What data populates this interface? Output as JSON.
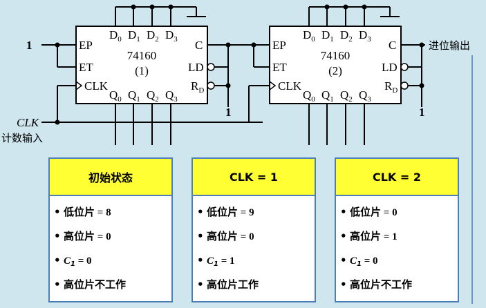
{
  "chip1": {
    "name": "74160",
    "index": "(1)",
    "pins": {
      "ep": "EP",
      "et": "ET",
      "clk": "CLK",
      "c": "C",
      "ld": "LD",
      "rd": "R",
      "rd_sub": "D",
      "d": [
        "D",
        "D",
        "D",
        "D"
      ],
      "d_sub": [
        "0",
        "1",
        "2",
        "3"
      ],
      "q": [
        "Q",
        "Q",
        "Q",
        "Q"
      ],
      "q_sub": [
        "0",
        "1",
        "2",
        "3"
      ]
    }
  },
  "chip2": {
    "name": "74160",
    "index": "(2)",
    "pins": {
      "ep": "EP",
      "et": "ET",
      "clk": "CLK",
      "c": "C",
      "ld": "LD",
      "rd": "R",
      "rd_sub": "D",
      "d": [
        "D",
        "D",
        "D",
        "D"
      ],
      "d_sub": [
        "0",
        "1",
        "2",
        "3"
      ],
      "q": [
        "Q",
        "Q",
        "Q",
        "Q"
      ],
      "q_sub": [
        "0",
        "1",
        "2",
        "3"
      ]
    }
  },
  "labels": {
    "input_one": "1",
    "clk_label": "CLK",
    "count_input": "计数输入",
    "rd1_one": "1",
    "rd2_one": "1",
    "carry_out": "进位输出"
  },
  "panels": [
    {
      "title": "初始状态",
      "items": [
        {
          "lhs": "低位片",
          "eq": " = ",
          "val": "8"
        },
        {
          "lhs": "高位片",
          "eq": " = ",
          "val": "0"
        },
        {
          "lhs_c": "C",
          "lhs_sub": "1",
          "eq": " = ",
          "val": "0"
        },
        {
          "text": "高位片不工作"
        }
      ]
    },
    {
      "title": "CLK = 1",
      "items": [
        {
          "lhs": "低位片",
          "eq": " = ",
          "val": "9"
        },
        {
          "lhs": "高位片",
          "eq": " = ",
          "val": "0"
        },
        {
          "lhs_c": "C",
          "lhs_sub": "1",
          "eq": " = ",
          "val": "1"
        },
        {
          "text": "高位片工作"
        }
      ]
    },
    {
      "title": "CLK = 2",
      "items": [
        {
          "lhs": "低位片",
          "eq": " = ",
          "val": "0"
        },
        {
          "lhs": "高位片",
          "eq": " = ",
          "val": "1"
        },
        {
          "lhs_c": "C",
          "lhs_sub": "1",
          "eq": " = ",
          "val": "0"
        },
        {
          "text": "高位片不工作"
        }
      ]
    }
  ],
  "bullet": "•",
  "colors": {
    "panel_head": "#ffff33",
    "panel_border": "#4a7fb8",
    "background": "#cfe6ef"
  }
}
